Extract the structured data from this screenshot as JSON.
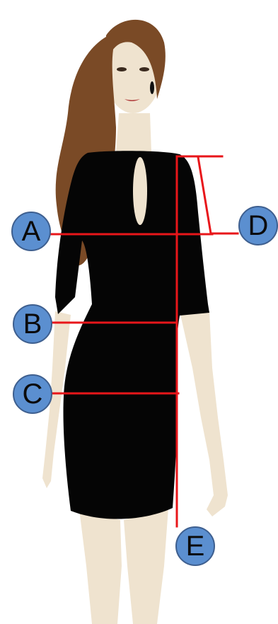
{
  "markers": {
    "a": "A",
    "b": "B",
    "c": "C",
    "d": "D",
    "e": "E"
  },
  "colors": {
    "measure_line": "#e8161a",
    "marker_fill": "#5b8fd0",
    "marker_border": "#3e5f8f",
    "dress": "#050505",
    "skin": "#efe3cf",
    "hair": "#7a4a26"
  }
}
